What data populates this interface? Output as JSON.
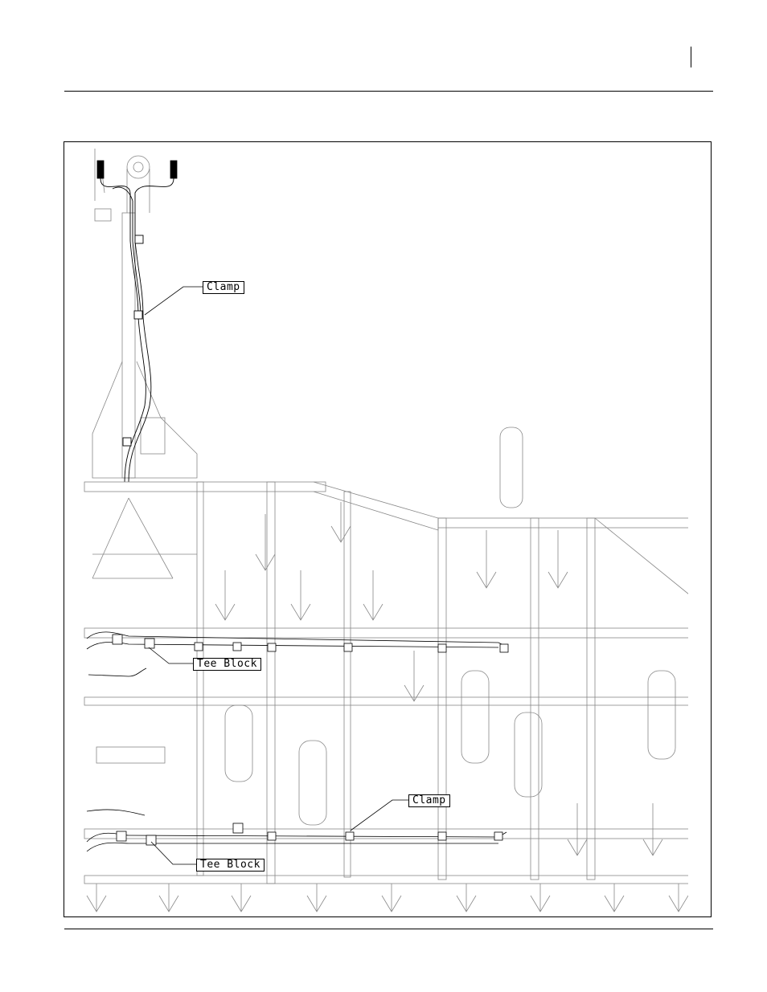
{
  "diagram": {
    "callouts": [
      {
        "id": "clamp-upper",
        "text": "Clamp"
      },
      {
        "id": "tee-block-upper",
        "text": "Tee Block"
      },
      {
        "id": "clamp-lower",
        "text": "Clamp"
      },
      {
        "id": "tee-block-lower",
        "text": "Tee Block"
      }
    ]
  }
}
